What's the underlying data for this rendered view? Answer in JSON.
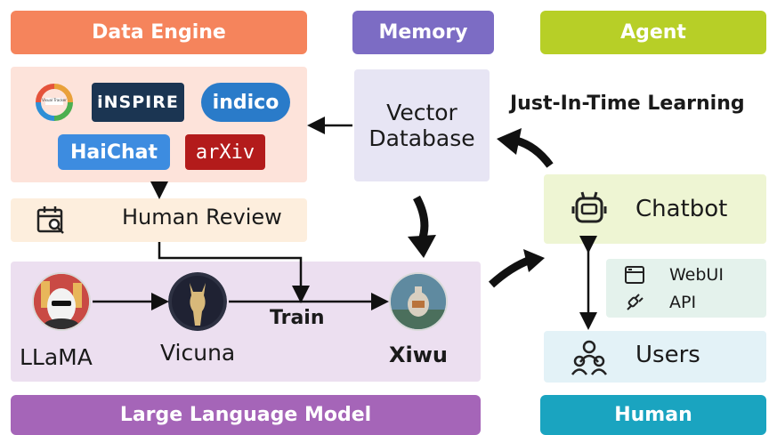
{
  "headers": {
    "data_engine": "Data Engine",
    "memory": "Memory",
    "agent": "Agent",
    "llm": "Large Language Model",
    "human": "Human"
  },
  "data_engine": {
    "logos": [
      "iNSPIRE",
      "indico",
      "HaiChat",
      "arXiv"
    ],
    "logo_small_text": "Visual Tracker"
  },
  "human_review": {
    "label": "Human Review"
  },
  "memory": {
    "line1": "Vector",
    "line2": "Database"
  },
  "jit_learning": "Just-In-Time Learning",
  "chatbot": {
    "label": "Chatbot"
  },
  "interfaces": {
    "webui": "WebUI",
    "api": "API"
  },
  "users": {
    "label": "Users"
  },
  "models": {
    "llama": "LLaMA",
    "vicuna": "Vicuna",
    "xiwu": "Xiwu",
    "train": "Train"
  },
  "colors": {
    "data_engine": "#f5845c",
    "memory": "#7c6cc4",
    "agent": "#b7cf27",
    "llm": "#a565b8",
    "human": "#1aa4c0"
  }
}
